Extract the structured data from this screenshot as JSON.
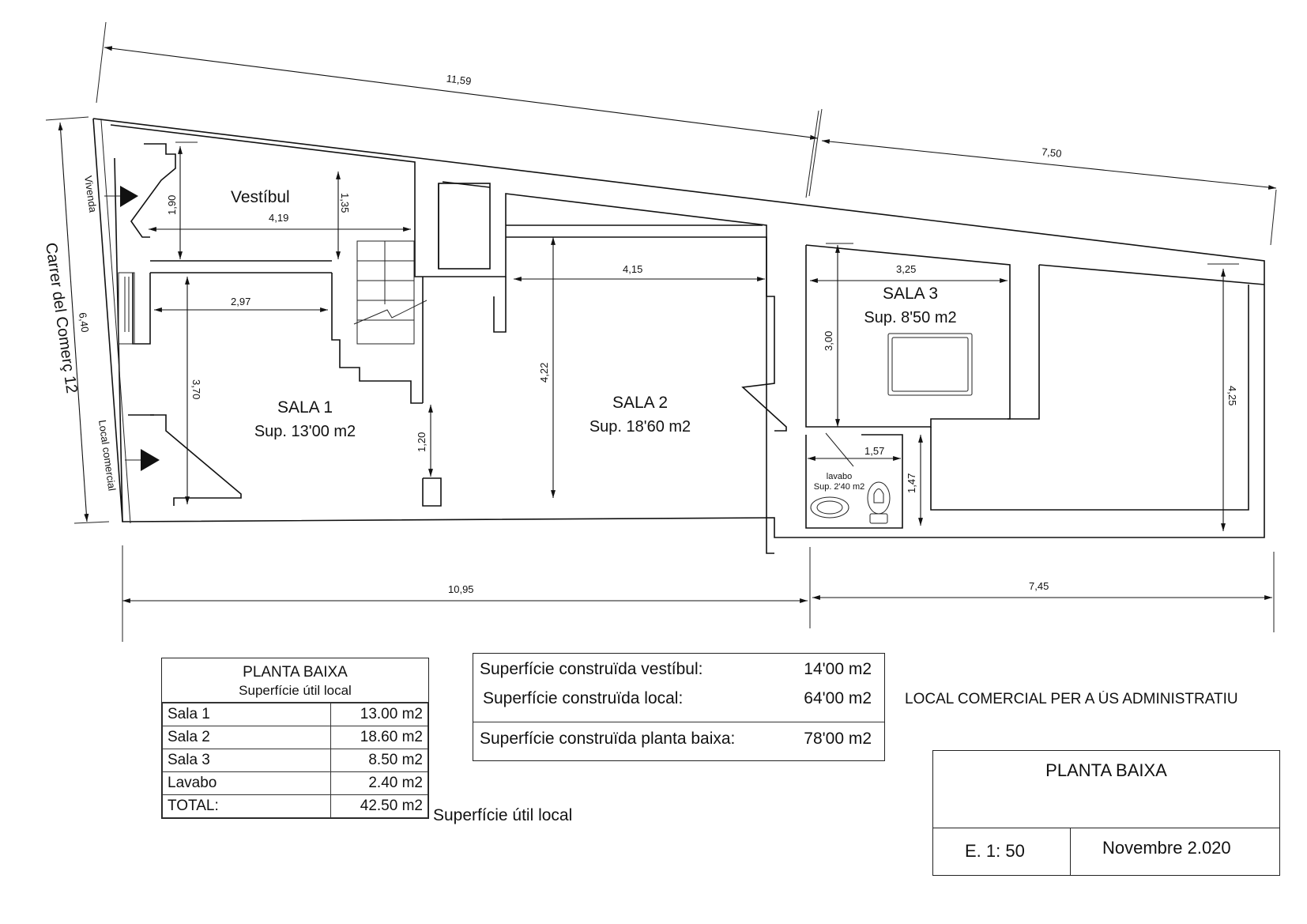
{
  "plan": {
    "street": "Carrer del Comerç 12",
    "side_labels": {
      "top": "Vivenda",
      "bottom": "Local comercial"
    },
    "rooms": [
      {
        "name": "Vestíbul",
        "sup": ""
      },
      {
        "name": "SALA 1",
        "sup": "Sup. 13'00 m2"
      },
      {
        "name": "SALA 2",
        "sup": "Sup. 18'60 m2"
      },
      {
        "name": "SALA 3",
        "sup": "Sup. 8'50 m2"
      },
      {
        "name": "lavabo",
        "sup": "Sup. 2'40 m2"
      }
    ],
    "dimensions": {
      "top_total": "11,59",
      "top_right": "7,50",
      "bottom_left": "10,95",
      "bottom_right": "7,45",
      "left_side": "6,40",
      "vestibul_width": "4,19",
      "vestibul_h1": "1,90",
      "vestibul_h2": "1,35",
      "sala1_width": "2,97",
      "sala1_height": "3,70",
      "door_gap": "1,20",
      "sala2_width": "4,15",
      "sala2_height": "4,22",
      "sala3_width": "3,25",
      "sala3_height": "3,00",
      "lavabo_width": "1,57",
      "lavabo_height": "1,47",
      "right_height": "4,25"
    }
  },
  "util_table": {
    "title": "PLANTA BAIXA",
    "subtitle": "Superfície útil local",
    "rows": [
      {
        "label": "Sala 1",
        "value": "13.00 m2"
      },
      {
        "label": "Sala 2",
        "value": "18.60 m2"
      },
      {
        "label": "Sala 3",
        "value": "8.50 m2"
      },
      {
        "label": "Lavabo",
        "value": "2.40 m2"
      },
      {
        "label": "TOTAL:",
        "value": "42.50 m2"
      }
    ],
    "caption": "Superfície útil local"
  },
  "built_table": {
    "rows": [
      {
        "label": "Superfície construïda vestíbul:",
        "value": "14'00 m2"
      },
      {
        "label": "Superfície construïda local:",
        "value": "64'00 m2"
      },
      {
        "label": "Superfície construïda planta baixa:",
        "value": "78'00 m2"
      }
    ]
  },
  "project_name": "LOCAL COMERCIAL PER A ÚS ADMINISTRATIU",
  "title_block": {
    "title": "PLANTA BAIXA",
    "scale": "E. 1: 50",
    "date": "Novembre  2.020"
  }
}
